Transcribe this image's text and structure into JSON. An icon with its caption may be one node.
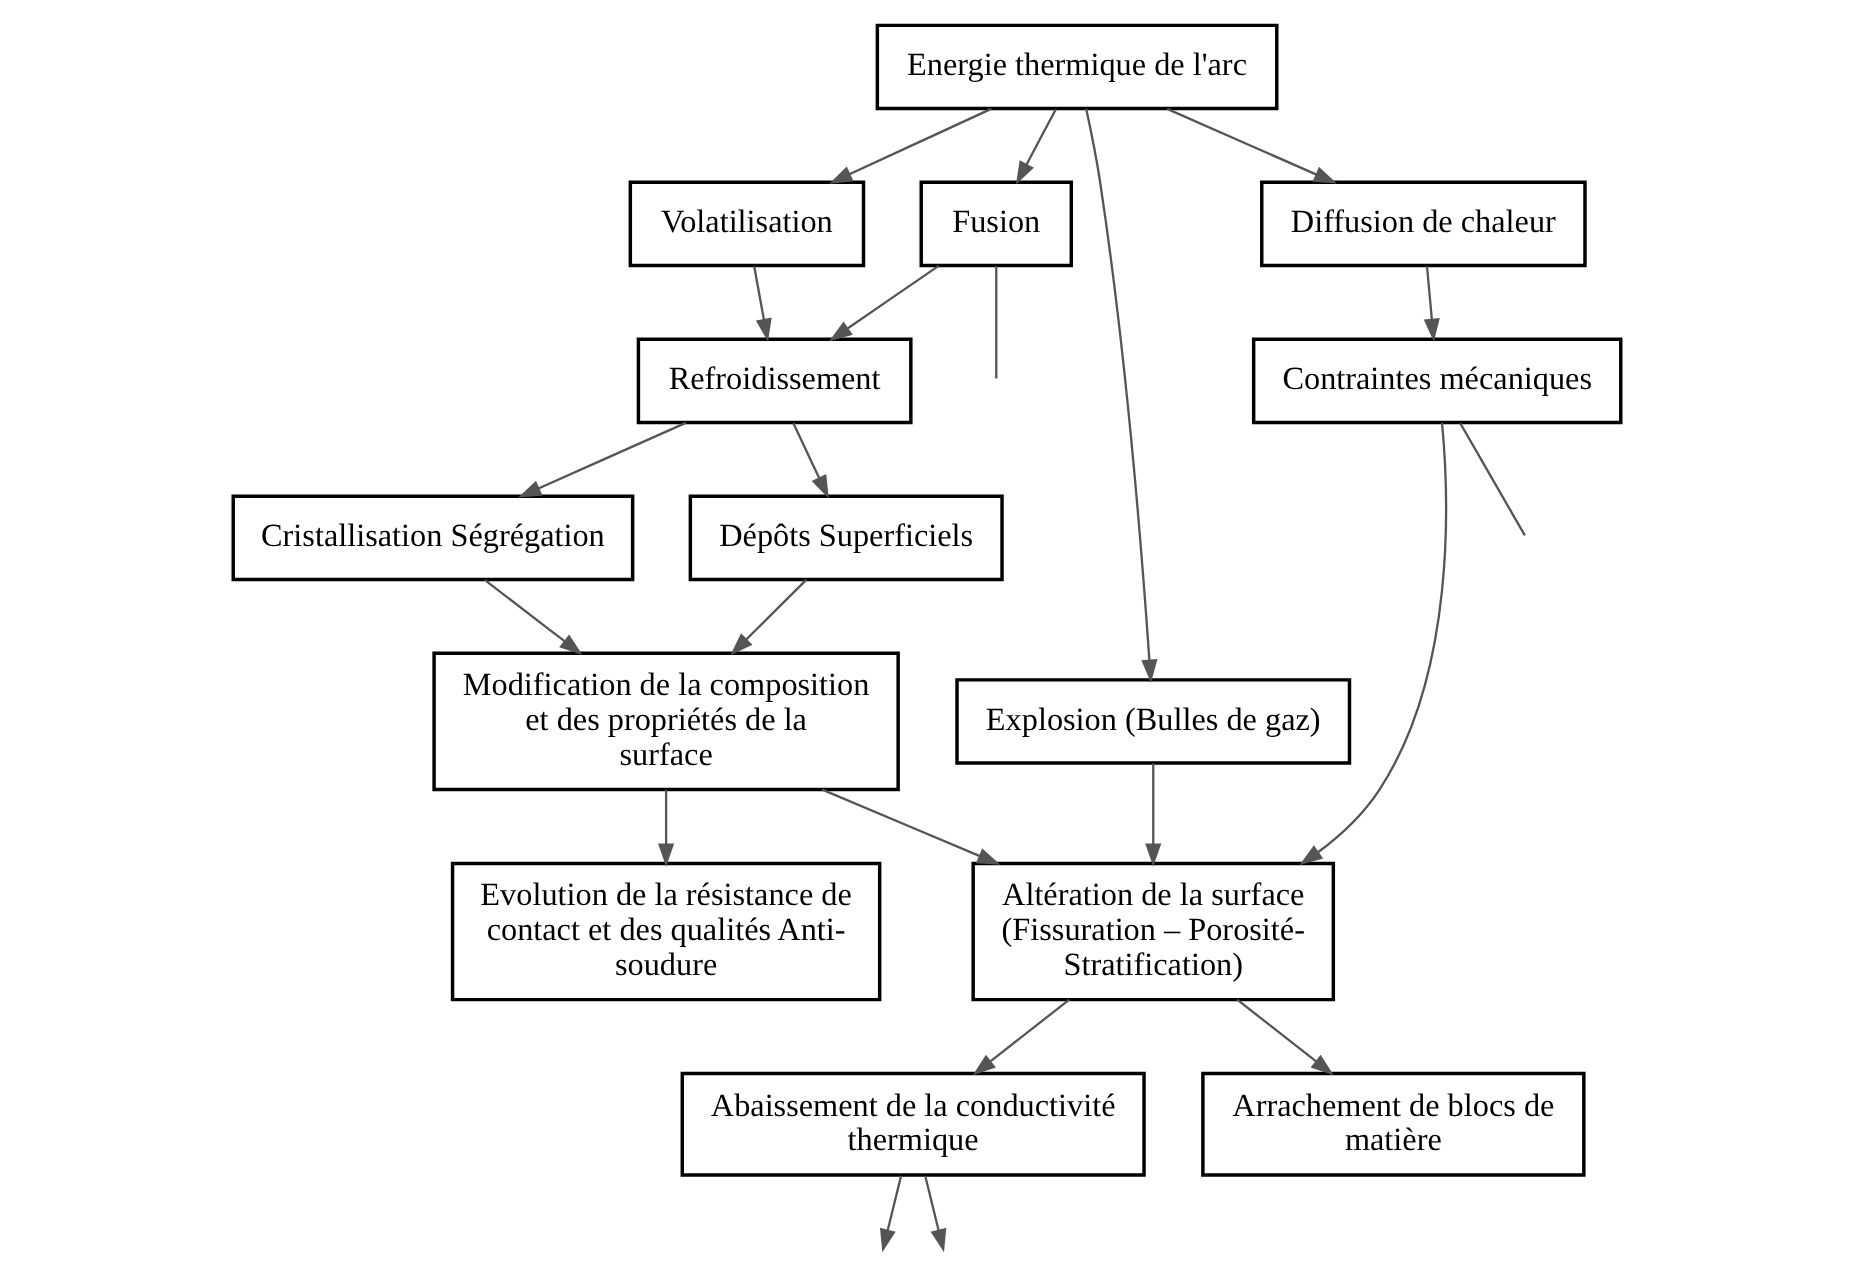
{
  "diagram": {
    "nodes": [
      {
        "text": [
          "Energie thermique de l'arc"
        ]
      },
      {
        "text": [
          "Fusion"
        ]
      },
      {
        "text": [
          "Volatilisation"
        ]
      },
      {
        "text": [
          "Explosion (Bulles de gaz)"
        ]
      },
      {
        "text": [
          "Diffusion de chaleur"
        ]
      },
      {
        "text": [
          "Refroidissement"
        ]
      },
      {
        "text": [
          "Contraintes mécaniques"
        ]
      },
      {
        "text": [
          "Cristallisation Ségrégation"
        ]
      },
      {
        "text": [
          "Dépôts Superficiels"
        ]
      },
      {
        "text": [
          "Altération de la surface (Fissuration – Porosité- Stratification)"
        ]
      },
      {
        "text": [
          "Modification de la composition et des propriétés de la surface"
        ]
      },
      {
        "text": [
          "Abaissement de la conductivité thermique"
        ]
      },
      {
        "text": [
          "Arrachement de blocs de matière"
        ]
      },
      {
        "text": [
          "Evolution de la résistance de contact et des qualités Anti- soudure"
        ]
      }
    ],
    "edges": [
      {
        "from": 0,
        "to": 1,
        "arrow": "to"
      },
      {
        "from": 0,
        "to": 2,
        "arrow": "to"
      },
      {
        "from": 0,
        "to": 3,
        "arrow": "to"
      },
      {
        "from": 0,
        "to": 4,
        "arrow": "to"
      },
      {
        "from": 1,
        "to": 5,
        "arrow": "to"
      },
      {
        "from": 2,
        "to": 5,
        "arrow": "to"
      },
      {
        "from": 4,
        "to": 6,
        "arrow": "to"
      },
      {
        "from": 5,
        "to": 7,
        "arrow": "to"
      },
      {
        "from": 5,
        "to": 8,
        "arrow": "to"
      },
      {
        "from": 3,
        "to": 9,
        "arrow": "to"
      },
      {
        "from": 6,
        "to": 9,
        "arrow": "to"
      },
      {
        "from": 7,
        "to": 10,
        "arrow": "to"
      },
      {
        "from": 8,
        "to": 10,
        "arrow": "to"
      },
      {
        "from": 10,
        "to": 9,
        "arrow": "to"
      },
      {
        "from": 9,
        "to": 11,
        "arrow": "to"
      },
      {
        "from": 9,
        "to": 12,
        "arrow": "to"
      },
      {
        "from": 10,
        "to": 13,
        "arrow": "to"
      },
      {
        "from": 1,
        "to": null,
        "arrow": "none"
      },
      {
        "from": 6,
        "to": null,
        "arrow": "none"
      },
      {
        "from": 11,
        "to": null,
        "arrow": "to"
      },
      {
        "from": 11,
        "to": null,
        "arrow": "to"
      }
    ]
  }
}
